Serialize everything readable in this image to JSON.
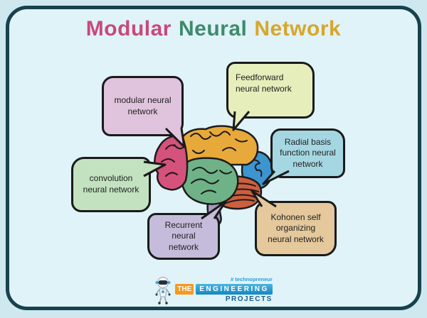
{
  "frame": {
    "background": "#dff3f9",
    "outer_background": "#cfe8f0",
    "border_color": "#17424d"
  },
  "title": {
    "words": [
      {
        "text": "Modular",
        "color": "#c8497a"
      },
      {
        "text": "Neural",
        "color": "#3f8a6b"
      },
      {
        "text": "Network",
        "color": "#d9a62a"
      }
    ]
  },
  "bubbles": [
    {
      "label": "modular neural network",
      "fill": "#e0c3dc"
    },
    {
      "label": "Feedforward neural network",
      "fill": "#e6eebb"
    },
    {
      "label": "convolution neural network",
      "fill": "#c2e2c0"
    },
    {
      "label": "Radial basis function neural network",
      "fill": "#a5d7e2"
    },
    {
      "label": "Recurrent neural network",
      "fill": "#c4bcda"
    },
    {
      "label": "Kohonen self organizing neural network",
      "fill": "#e5c89b"
    }
  ],
  "brain": {
    "regions": [
      {
        "name": "frontal-lobe",
        "color": "#d4527c"
      },
      {
        "name": "parietal-lobe",
        "color": "#e8a93b"
      },
      {
        "name": "temporal-lobe",
        "color": "#6fb288"
      },
      {
        "name": "occipital-lobe",
        "color": "#3d95cf"
      },
      {
        "name": "cerebellum",
        "color": "#cd5f3d"
      },
      {
        "name": "brain-stem",
        "color": "#a29bc4"
      }
    ]
  },
  "logo": {
    "hashtag": "# technopreneur",
    "word_the": "THE",
    "word_engineering": "ENGINEERING",
    "word_projects": "PROJECTS",
    "hashtag_color": "#2b9cd8",
    "the_bg": "#f5991d",
    "engineering_bg": "#1286c0",
    "projects_color": "#1b5e86"
  }
}
